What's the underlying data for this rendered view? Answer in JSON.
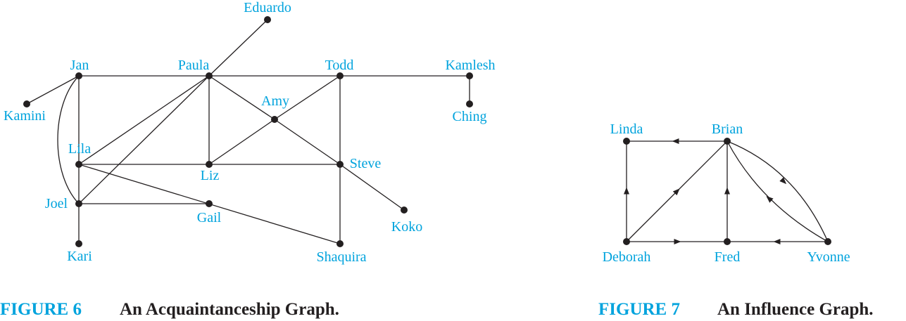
{
  "colors": {
    "label": "#00a3dd",
    "ink": "#231f20"
  },
  "figure6": {
    "number": "FIGURE 6",
    "title": "An Acquaintanceship Graph.",
    "nodes": {
      "eduardo": "Eduardo",
      "jan": "Jan",
      "paula": "Paula",
      "todd": "Todd",
      "kamlesh": "Kamlesh",
      "kamini": "Kamini",
      "amy": "Amy",
      "ching": "Ching",
      "lila": "Lila",
      "liz": "Liz",
      "steve": "Steve",
      "joel": "Joel",
      "gail": "Gail",
      "koko": "Koko",
      "kari": "Kari",
      "shaquira": "Shaquira"
    },
    "edges": [
      [
        "jan",
        "kamini"
      ],
      [
        "jan",
        "paula"
      ],
      [
        "paula",
        "todd"
      ],
      [
        "todd",
        "kamlesh"
      ],
      [
        "kamlesh",
        "ching"
      ],
      [
        "paula",
        "eduardo"
      ],
      [
        "jan",
        "lila"
      ],
      [
        "jan",
        "joel"
      ],
      [
        "paula",
        "lila"
      ],
      [
        "paula",
        "joel"
      ],
      [
        "paula",
        "liz"
      ],
      [
        "paula",
        "amy"
      ],
      [
        "amy",
        "steve"
      ],
      [
        "todd",
        "amy"
      ],
      [
        "amy",
        "liz"
      ],
      [
        "todd",
        "steve"
      ],
      [
        "lila",
        "steve"
      ],
      [
        "lila",
        "joel"
      ],
      [
        "lila",
        "shaquira"
      ],
      [
        "joel",
        "gail"
      ],
      [
        "joel",
        "kari"
      ],
      [
        "steve",
        "koko"
      ],
      [
        "steve",
        "shaquira"
      ]
    ]
  },
  "figure7": {
    "number": "FIGURE 7",
    "title": "An Influence Graph.",
    "nodes": {
      "linda": "Linda",
      "brian": "Brian",
      "deborah": "Deborah",
      "fred": "Fred",
      "yvonne": "Yvonne"
    },
    "edges": [
      {
        "from": "brian",
        "to": "linda"
      },
      {
        "from": "deborah",
        "to": "linda"
      },
      {
        "from": "deborah",
        "to": "brian"
      },
      {
        "from": "deborah",
        "to": "fred"
      },
      {
        "from": "fred",
        "to": "brian"
      },
      {
        "from": "yvonne",
        "to": "fred"
      },
      {
        "from": "brian",
        "to": "yvonne"
      },
      {
        "from": "yvonne",
        "to": "brian"
      }
    ]
  }
}
